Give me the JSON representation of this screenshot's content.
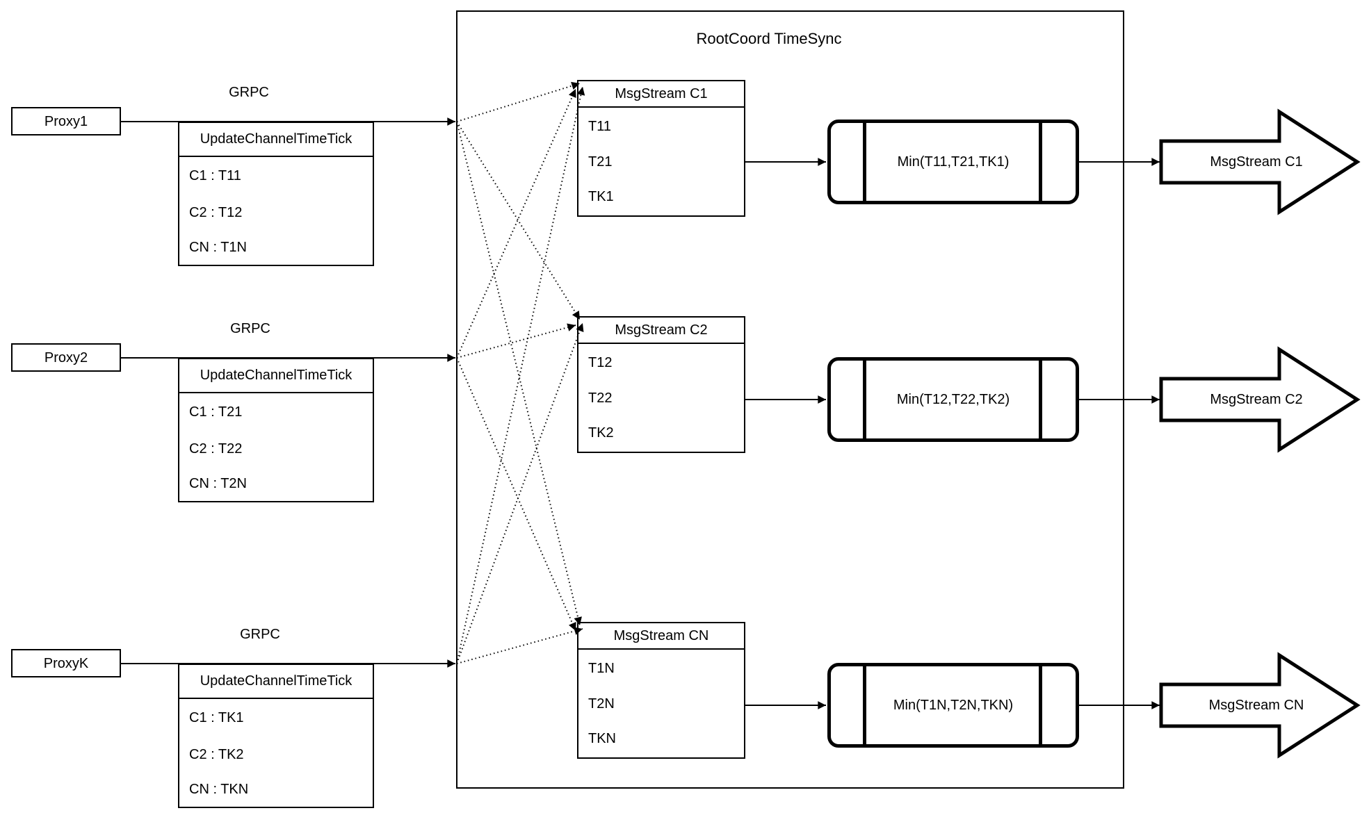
{
  "diagram": {
    "title": "RootCoord TimeSync",
    "rows": [
      {
        "proxy": "Proxy1",
        "grpc": "GRPC",
        "tick_header": "UpdateChannelTimeTick",
        "ticks": [
          "C1 :  T11",
          "C2 :  T12",
          "CN : T1N"
        ],
        "stream_header": "MsgStream C1",
        "stream_values": [
          "T11",
          "T21",
          "TK1"
        ],
        "min_label": "Min(T11,T21,TK1)",
        "out_label": "MsgStream C1"
      },
      {
        "proxy": "Proxy2",
        "grpc": "GRPC",
        "tick_header": "UpdateChannelTimeTick",
        "ticks": [
          "C1 :  T21",
          "C2 :  T22",
          "CN : T2N"
        ],
        "stream_header": "MsgStream C2",
        "stream_values": [
          "T12",
          "T22",
          "TK2"
        ],
        "min_label": "Min(T12,T22,TK2)",
        "out_label": "MsgStream C2"
      },
      {
        "proxy": "ProxyK",
        "grpc": "GRPC",
        "tick_header": "UpdateChannelTimeTick",
        "ticks": [
          "C1 :  TK1",
          "C2 :  TK2",
          "CN : TKN"
        ],
        "stream_header": "MsgStream CN",
        "stream_values": [
          "T1N",
          "T2N",
          "TKN"
        ],
        "min_label": "Min(T1N,T2N,TKN)",
        "out_label": "MsgStream CN"
      }
    ]
  }
}
